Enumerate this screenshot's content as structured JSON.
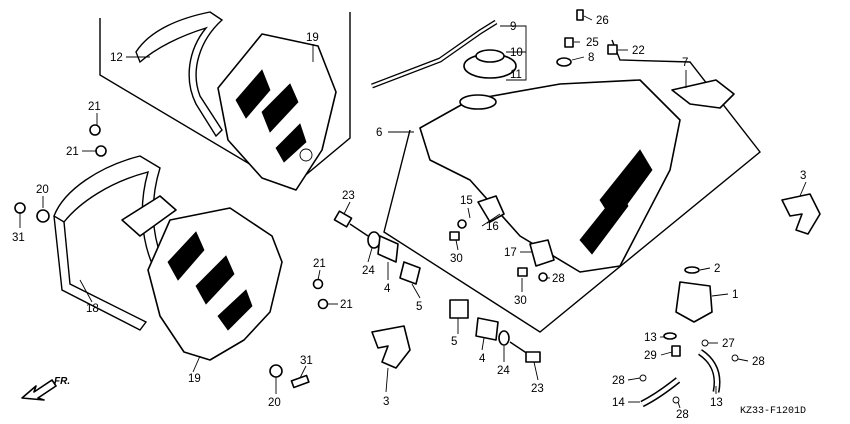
{
  "diagram_code": "KZ33-F1201D",
  "direction_label": "FR.",
  "callouts": [
    {
      "id": "c1",
      "text": "1"
    },
    {
      "id": "c2",
      "text": "2"
    },
    {
      "id": "c3a",
      "text": "3"
    },
    {
      "id": "c3b",
      "text": "3"
    },
    {
      "id": "c4a",
      "text": "4"
    },
    {
      "id": "c4b",
      "text": "4"
    },
    {
      "id": "c5a",
      "text": "5"
    },
    {
      "id": "c5b",
      "text": "5"
    },
    {
      "id": "c6",
      "text": "6"
    },
    {
      "id": "c7",
      "text": "7"
    },
    {
      "id": "c8",
      "text": "8"
    },
    {
      "id": "c9",
      "text": "9"
    },
    {
      "id": "c10",
      "text": "10"
    },
    {
      "id": "c11",
      "text": "11"
    },
    {
      "id": "c12",
      "text": "12"
    },
    {
      "id": "c13a",
      "text": "13"
    },
    {
      "id": "c13b",
      "text": "13"
    },
    {
      "id": "c14",
      "text": "14"
    },
    {
      "id": "c15",
      "text": "15"
    },
    {
      "id": "c16",
      "text": "16"
    },
    {
      "id": "c17",
      "text": "17"
    },
    {
      "id": "c18",
      "text": "18"
    },
    {
      "id": "c19a",
      "text": "19"
    },
    {
      "id": "c19b",
      "text": "19"
    },
    {
      "id": "c20a",
      "text": "20"
    },
    {
      "id": "c20b",
      "text": "20"
    },
    {
      "id": "c21a",
      "text": "21"
    },
    {
      "id": "c21b",
      "text": "21"
    },
    {
      "id": "c21c",
      "text": "21"
    },
    {
      "id": "c21d",
      "text": "21"
    },
    {
      "id": "c22",
      "text": "22"
    },
    {
      "id": "c23a",
      "text": "23"
    },
    {
      "id": "c23b",
      "text": "23"
    },
    {
      "id": "c24a",
      "text": "24"
    },
    {
      "id": "c24b",
      "text": "24"
    },
    {
      "id": "c25",
      "text": "25"
    },
    {
      "id": "c26",
      "text": "26"
    },
    {
      "id": "c27",
      "text": "27"
    },
    {
      "id": "c28a",
      "text": "28"
    },
    {
      "id": "c28b",
      "text": "28"
    },
    {
      "id": "c28c",
      "text": "28"
    },
    {
      "id": "c28d",
      "text": "28"
    },
    {
      "id": "c29",
      "text": "29"
    },
    {
      "id": "c30a",
      "text": "30"
    },
    {
      "id": "c30b",
      "text": "30"
    },
    {
      "id": "c31a",
      "text": "31"
    },
    {
      "id": "c31b",
      "text": "31"
    }
  ]
}
